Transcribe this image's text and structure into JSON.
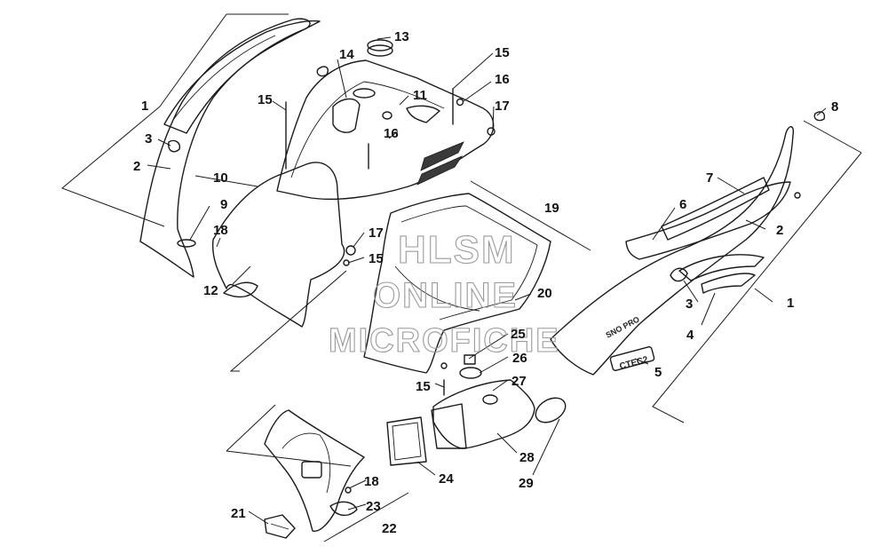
{
  "watermark": {
    "line1": "HLSM",
    "line2": "ONLINE",
    "line3": "MICROFICHE"
  },
  "decals": {
    "model": "SNO PRO",
    "brand": "CTEC2"
  },
  "callouts": [
    "1",
    "2",
    "3",
    "4",
    "5",
    "6",
    "7",
    "8",
    "9",
    "10",
    "11",
    "12",
    "13",
    "14",
    "15",
    "16",
    "17",
    "18",
    "19",
    "20",
    "21",
    "22",
    "23",
    "24",
    "25",
    "26",
    "27",
    "28",
    "29"
  ],
  "colors": {
    "line": "#1a1a1a",
    "watermark": "#9a9a9a",
    "background": "#ffffff"
  }
}
